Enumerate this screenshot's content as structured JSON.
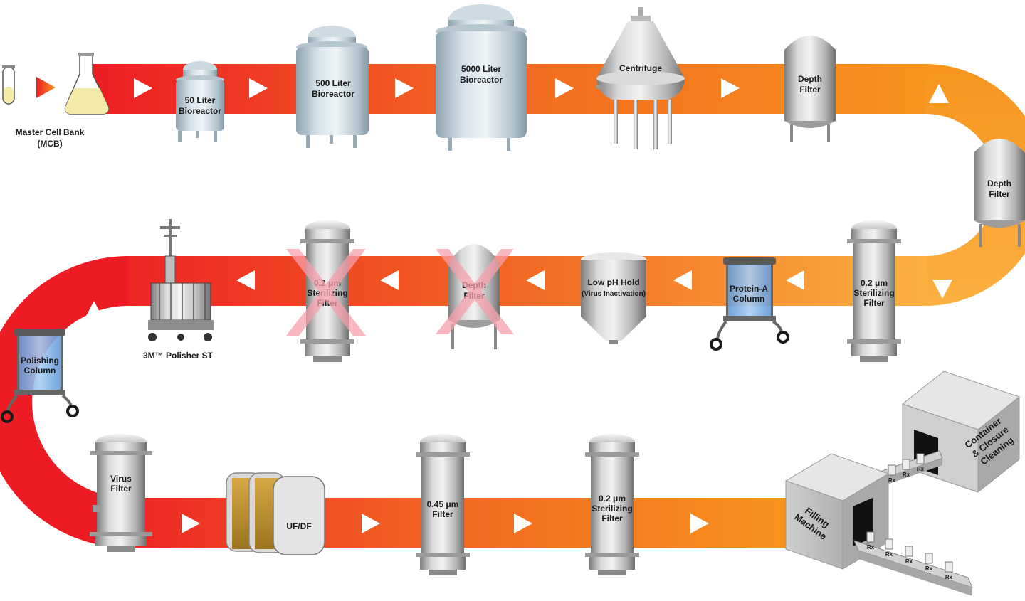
{
  "steps": {
    "mcb_line1": "Master Cell Bank",
    "mcb_line2": "(MCB)",
    "br50_line1": "50 Liter",
    "br50_line2": "Bioreactor",
    "br500_line1": "500 Liter",
    "br500_line2": "Bioreactor",
    "br5000_line1": "5000 Liter",
    "br5000_line2": "Bioreactor",
    "centrifuge": "Centrifuge",
    "depth1_line1": "Depth",
    "depth1_line2": "Filter",
    "depth2_line1": "Depth",
    "depth2_line2": "Filter",
    "steril1_line1": "0.2 μm",
    "steril1_line2": "Sterilizing",
    "steril1_line3": "Filter",
    "proteinA_line1": "Protein-A",
    "proteinA_line2": "Column",
    "lowph_line1": "Low pH Hold",
    "lowph_line2": "(Virus Inactivation)",
    "depth3_line1": "Depth",
    "depth3_line2": "Filter",
    "steril2_line1": "0.2 μm",
    "steril2_line2": "Sterilizing",
    "steril2_line3": "Filter",
    "polisher": "3M™ Polisher ST",
    "polishing_line1": "Polishing",
    "polishing_line2": "Column",
    "virus_line1": "Virus",
    "virus_line2": "Filter",
    "ufdf": "UF/DF",
    "f045_line1": "0.45 μm",
    "f045_line2": "Filter",
    "steril3_line1": "0.2 μm",
    "steril3_line2": "Sterilizing",
    "steril3_line3": "Filter",
    "filling_line1": "Filling",
    "filling_line2": "Machine",
    "container_line1": "Container",
    "container_line2": "& Closure",
    "container_line3": "Cleaning",
    "rx": "Rx"
  },
  "colors": {
    "red": "#ed1c24",
    "orange": "#f26522",
    "amber": "#f7941d",
    "gold": "#fbb040",
    "steel_light": "#e8e8e8",
    "steel_dark": "#8c8c8c",
    "bioreactor_light": "#e6eef3",
    "bioreactor_dark": "#9fb3bf",
    "column_blue": "#7fb2e8",
    "cross_pink": "#f7a1ab",
    "ufdf_gold": "#b8892a"
  },
  "crossed_out_steps": [
    "steril2",
    "depth3"
  ]
}
